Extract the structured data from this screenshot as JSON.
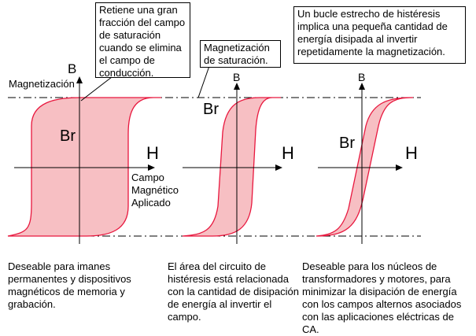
{
  "colors": {
    "loop_fill": "#f7bfc3",
    "loop_stroke": "#e8173e",
    "axis": "#000000"
  },
  "callouts": {
    "retentivity": "Retiene una gran fracción del campo de saturación cuando se elimina el campo de conducción.",
    "saturation": "Magnetización de saturación.",
    "narrow_loop": "Un bucle estrecho de histéresis implica una pequeña cantidad de energía disipada al invertir repetidamente la magnetización."
  },
  "labels": {
    "magnetization": "Magnetización",
    "b": "B",
    "h": "H",
    "br": "Br",
    "applied_field": "Campo Magnético Aplicado"
  },
  "captions": {
    "left": "Deseable para imanes permanentes y dispositivos magnéticos de memoria y grabación.",
    "middle": "El área del circuito de histéresis está relacionada con la cantidad de disipación de energía al invertir el campo.",
    "right": "Deseable para los núcleos de transformadores y motores, para minimizar la disipación de energía con los campos alternos asociados con las aplicaciones eléctricas de CA."
  }
}
